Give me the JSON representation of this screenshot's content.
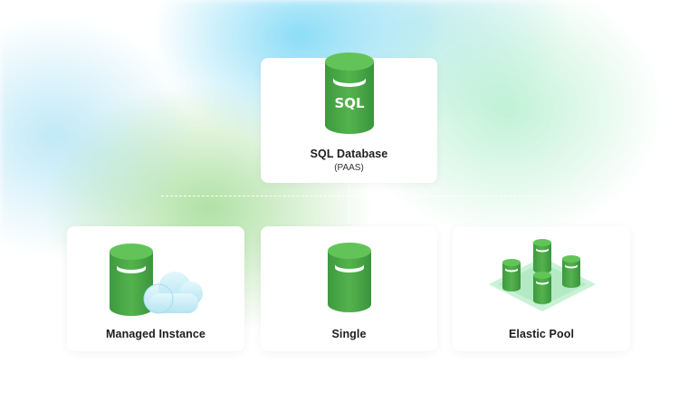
{
  "diagram": {
    "top": {
      "title": "SQL Database",
      "subtitle": "(PAAS)",
      "icon": "sql-database-cylinder-icon",
      "icon_label": "SQL"
    },
    "children": [
      {
        "title": "Managed Instance",
        "icon": "database-cloud-icon"
      },
      {
        "title": "Single",
        "icon": "database-cylinder-icon"
      },
      {
        "title": "Elastic Pool",
        "icon": "database-pool-icon"
      }
    ]
  },
  "colors": {
    "cylinder_green": "#3c9a3e",
    "cylinder_light": "#5bbb52",
    "cylinder_top": "#6cc95f",
    "cloud": "#c6ecf7",
    "pool_platform": "#bff0cf"
  }
}
